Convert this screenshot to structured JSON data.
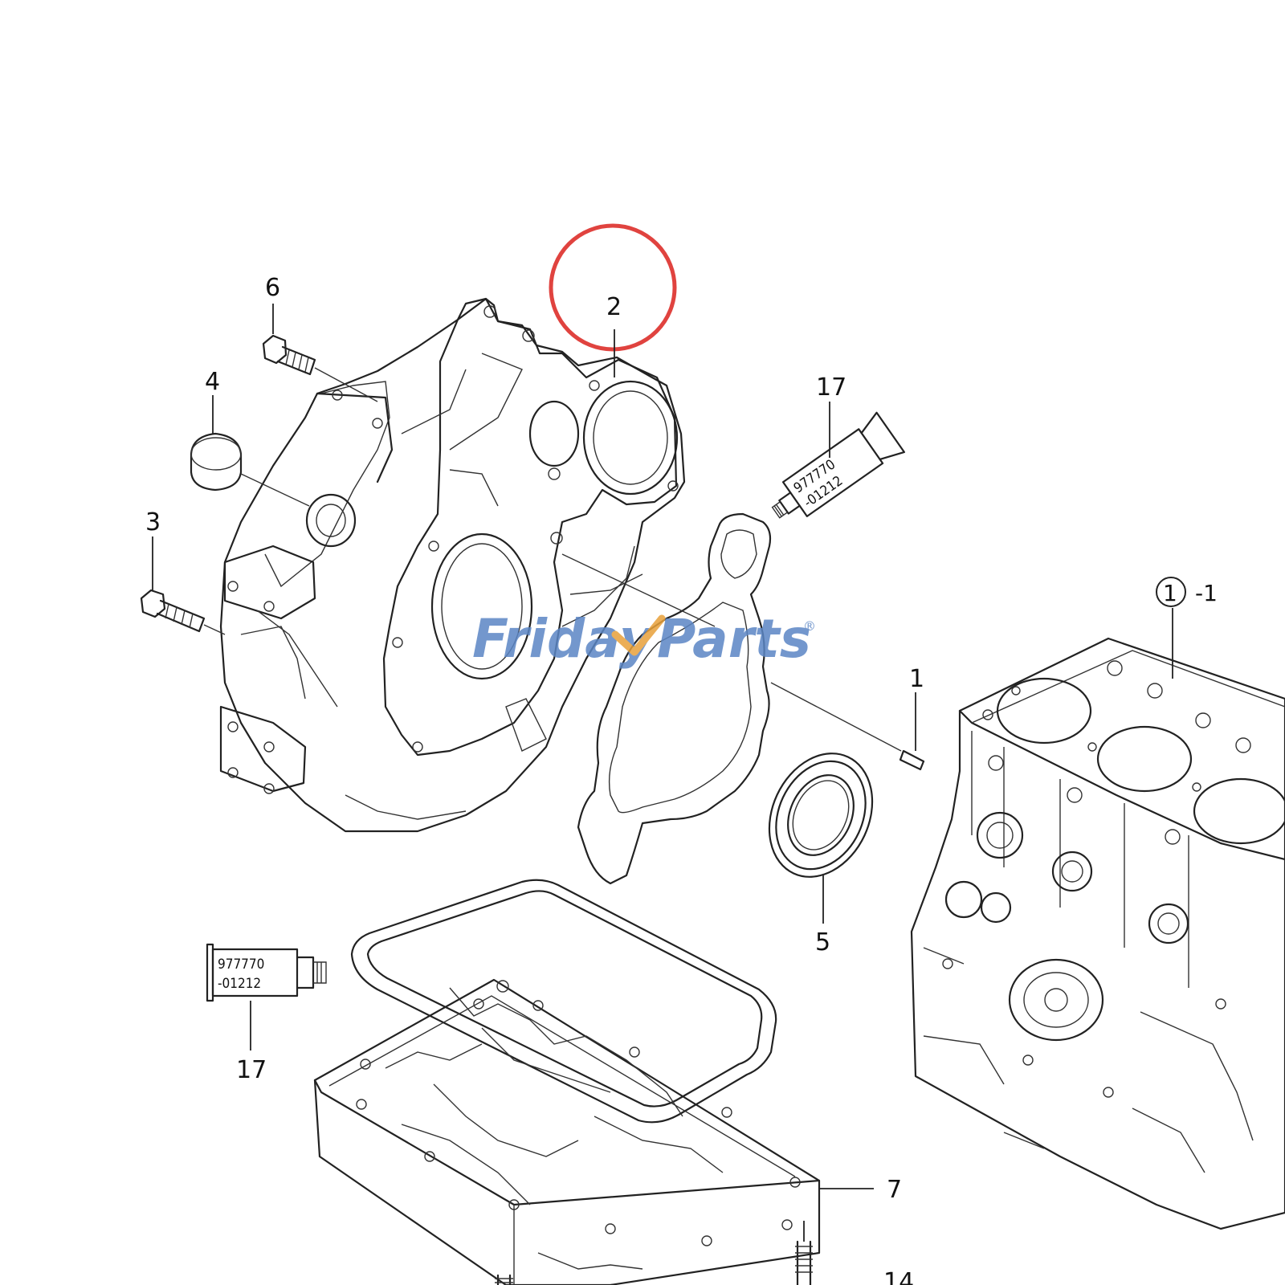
{
  "callouts": {
    "c1": "1",
    "c1_circled": "1",
    "c1_suffix": "-1",
    "c2": "2",
    "c3": "3",
    "c4": "4",
    "c5": "5",
    "c6": "6",
    "c7": "7",
    "c14": "14",
    "c17_upper": "17",
    "c17_lower": "17"
  },
  "tube_label": {
    "line1": "977770",
    "line2": "-01212"
  },
  "watermark": {
    "part1": "Friday",
    "part2": "Parts",
    "mark": "®"
  },
  "colors": {
    "highlight_circle": "#e0433f",
    "watermark_blue": "#5b86c5",
    "watermark_orange": "#e8a13a",
    "line_art": "#222222"
  },
  "highlighted_callout": "2"
}
